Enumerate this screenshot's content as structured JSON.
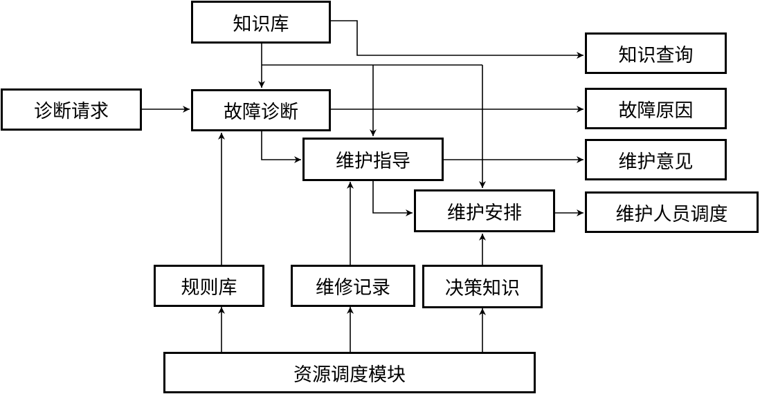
{
  "nodes": {
    "knowledge_base": "知识库",
    "knowledge_query": "知识查询",
    "diagnosis_request": "诊断请求",
    "fault_diagnosis": "故障诊断",
    "fault_cause": "故障原因",
    "maintenance_guidance": "维护指导",
    "maintenance_opinion": "维护意见",
    "maintenance_arrangement": "维护安排",
    "maintenance_staff_scheduling": "维护人员调度",
    "rule_base": "规则库",
    "repair_records": "维修记录",
    "decision_knowledge": "决策知识",
    "resource_scheduling_module": "资源调度模块"
  },
  "colors": {
    "stroke": "#000000",
    "background": "#ffffff"
  }
}
